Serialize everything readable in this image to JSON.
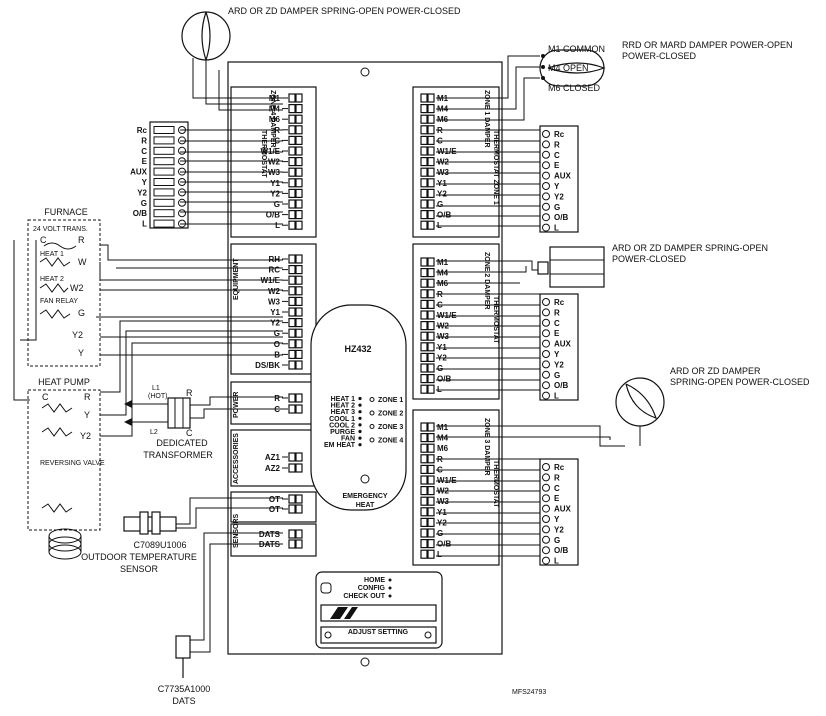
{
  "labels": {
    "damper_top": "ARD OR ZD DAMPER SPRING-OPEN POWER-CLOSED",
    "rrd_line1": "RRD OR MARD DAMPER POWER-OPEN",
    "rrd_line2": "POWER-CLOSED",
    "m1_common": "M1 COMMON",
    "m4_open": "M4 OPEN",
    "m6_closed": "M6 CLOSED",
    "zone2_damper_1": "ARD OR ZD DAMPER SPRING-OPEN",
    "zone2_damper_2": "POWER-CLOSED",
    "zone3_damper_1": "ARD OR ZD DAMPER",
    "zone3_damper_2": "SPRING-OPEN POWER-CLOSED",
    "furnace": "FURNACE",
    "transformer_24v": "24 VOLT TRANS.",
    "heat1": "HEAT 1",
    "heat2": "HEAT 2",
    "fan_relay": "FAN RELAY",
    "heat_pump": "HEAT PUMP",
    "reversing_valve": "REVERSING VALVE",
    "l1_hot_1": "L1",
    "l1_hot_2": "(HOT)",
    "l2": "L2",
    "dedicated_1": "DEDICATED",
    "dedicated_2": "TRANSFORMER",
    "outdoor_1": "C7089U1006",
    "outdoor_2": "OUTDOOR TEMPERATURE",
    "outdoor_3": "SENSOR",
    "dats_1": "C7735A1000",
    "dats_2": "DATS",
    "mfs": "MFS24793",
    "model": "HZ432",
    "emergency_1": "EMERGENCY",
    "emergency_2": "HEAT",
    "home": "HOME",
    "config": "CONFIG",
    "checkout": "CHECK OUT",
    "adjust": "ADJUST SETTING"
  },
  "wire_letters": {
    "furn_c": "C",
    "furn_r": "R",
    "furn_w": "W",
    "furn_w2": "W2",
    "furn_g": "G",
    "furn_y2": "Y2",
    "furn_y": "Y",
    "hp_c": "C",
    "hp_r": "R",
    "hp_y": "Y",
    "hp_y2": "Y2",
    "tr_r": "R",
    "tr_c": "C"
  },
  "section_labels": {
    "zone1_damper": "ZONE 1 DAMPER",
    "zone1_thermostat": "THERMOSTAT ZONE 1",
    "zone2_damper": "ZONE 2 DAMPER",
    "zone2_thermostat": "THERMOSTAT",
    "zone3_damper": "ZONE 3 DAMPER",
    "zone3_thermostat": "THERMOSTAT",
    "zone4_damper": "ZONE 4 DAMPER",
    "zone4_thermostat": "THERMOSTAT",
    "equipment": "EQUIPMENT",
    "power": "POWER",
    "accessories": "ACCESSORIES",
    "sensors": "SENSORS"
  },
  "terminals": {
    "zone_left": [
      "M1",
      "M4",
      "M6",
      "R",
      "C",
      "W1/E",
      "W2",
      "W3",
      "Y1",
      "Y2",
      "G",
      "O/B",
      "L"
    ],
    "zone_right": [
      "M1",
      "M4",
      "M6",
      "R",
      "C",
      "W1/E",
      "W2",
      "W3",
      "Y1",
      "Y2",
      "G",
      "O/B",
      "L"
    ],
    "equipment": [
      "RH",
      "RC",
      "W1/E",
      "W2",
      "W3",
      "Y1",
      "Y2",
      "G",
      "O",
      "B",
      "DS/BK"
    ],
    "power": [
      "R",
      "C"
    ],
    "accessories": [
      "AZ1",
      "AZ2"
    ],
    "sensors": [
      "OT",
      "OT",
      "DATS",
      "DATS"
    ],
    "thermostat": [
      "Rc",
      "R",
      "C",
      "E",
      "AUX",
      "Y",
      "Y2",
      "G",
      "O/B",
      "L"
    ]
  },
  "leds": {
    "left": [
      "HEAT 1",
      "HEAT 2",
      "HEAT 3",
      "COOL 1",
      "COOL 2",
      "PURGE",
      "FAN",
      "EM HEAT"
    ],
    "right": [
      "ZONE 1",
      "ZONE 2",
      "ZONE 3",
      "ZONE 4"
    ]
  }
}
